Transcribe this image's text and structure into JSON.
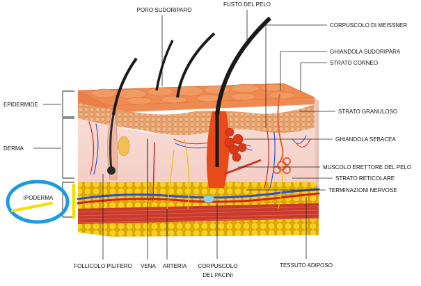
{
  "labels": {
    "poro_sudoriparo": "PORO SUDORIPARO",
    "fusto_del_pelo": "FUSTO DEL PELO",
    "corpuscolo_di_meissner": "CORPUSCOLO DI MEISSNER",
    "ghiandola_sudoripara": "GHIANDOLA SUDORIPARA",
    "strato_corneo": "STRATO CORNEO",
    "strato_granuloso": "STRATO GRANULOSO",
    "ghiandola_sebacea": "GHIANDOLA SEBACEA",
    "muscolo_erettore": "MUSCOLO ERETTORE DEL PELO",
    "strato_reticolare": "STRATO RETICOLARE",
    "terminazioni_nervose": "TERMINAZIONI NERVOSE",
    "tessuto_adiposo": "TESSUTO ADIPOSO",
    "epidermide": "EPIDERMIDE",
    "derma": "DERMA",
    "ipoderma": "IPODERMA",
    "follicolo_pilifero": "FOLLICOLO PILIFERO",
    "vena": "VENA",
    "arteria": "ARTERIA",
    "corpuscolo_del_pacini_1": "CORPUSCOLO",
    "corpuscolo_del_pacini_2": "DEL PACINI"
  },
  "colors": {
    "epidermis": "#f08a50",
    "granular": "#e9a070",
    "dermis": "#f7d9d2",
    "fat": "#f2c400",
    "vein": "#2a4fd8",
    "artery": "#d62020",
    "nerve": "#e8c200",
    "muscle": "#e84a1a",
    "highlight_ellipse": "#1e9be0",
    "highlight_bar": "#f2e000"
  }
}
